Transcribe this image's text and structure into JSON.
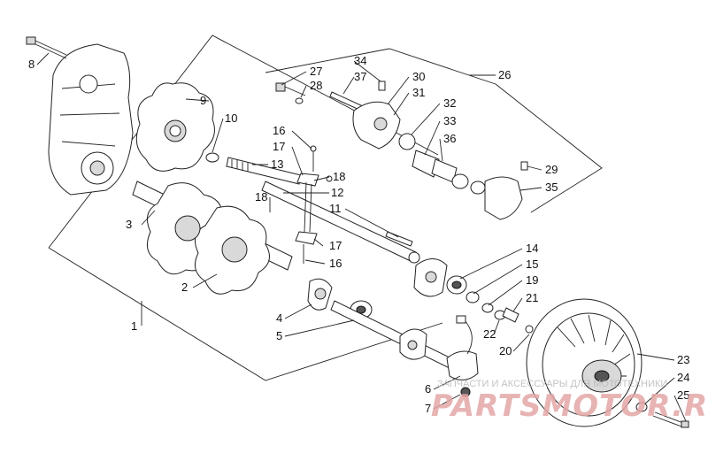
{
  "callouts": [
    {
      "id": "1",
      "label": "1"
    },
    {
      "id": "2",
      "label": "2"
    },
    {
      "id": "3",
      "label": "3"
    },
    {
      "id": "4",
      "label": "4"
    },
    {
      "id": "5",
      "label": "5"
    },
    {
      "id": "6",
      "label": "6"
    },
    {
      "id": "7",
      "label": "7"
    },
    {
      "id": "8",
      "label": "8"
    },
    {
      "id": "9",
      "label": "9"
    },
    {
      "id": "10",
      "label": "10"
    },
    {
      "id": "11",
      "label": "11"
    },
    {
      "id": "12",
      "label": "12"
    },
    {
      "id": "13",
      "label": "13"
    },
    {
      "id": "14",
      "label": "14"
    },
    {
      "id": "15",
      "label": "15"
    },
    {
      "id": "16a",
      "label": "16"
    },
    {
      "id": "16b",
      "label": "16"
    },
    {
      "id": "17a",
      "label": "17"
    },
    {
      "id": "17b",
      "label": "17"
    },
    {
      "id": "18a",
      "label": "18"
    },
    {
      "id": "18b",
      "label": "18"
    },
    {
      "id": "19",
      "label": "19"
    },
    {
      "id": "20",
      "label": "20"
    },
    {
      "id": "21",
      "label": "21"
    },
    {
      "id": "22",
      "label": "22"
    },
    {
      "id": "23",
      "label": "23"
    },
    {
      "id": "24",
      "label": "24"
    },
    {
      "id": "25",
      "label": "25"
    },
    {
      "id": "26",
      "label": "26"
    },
    {
      "id": "27",
      "label": "27"
    },
    {
      "id": "28",
      "label": "28"
    },
    {
      "id": "29",
      "label": "29"
    },
    {
      "id": "30",
      "label": "30"
    },
    {
      "id": "31",
      "label": "31"
    },
    {
      "id": "32",
      "label": "32"
    },
    {
      "id": "33",
      "label": "33"
    },
    {
      "id": "34",
      "label": "34"
    },
    {
      "id": "35",
      "label": "35"
    },
    {
      "id": "36",
      "label": "36"
    },
    {
      "id": "37",
      "label": "37"
    }
  ],
  "watermark": {
    "text": "ЗАПЧАСТИ И АКСЕССУАРЫ ДЛЯ МОТОТЕХНИКИ",
    "logo": "PARTSMOTOR.RU"
  }
}
